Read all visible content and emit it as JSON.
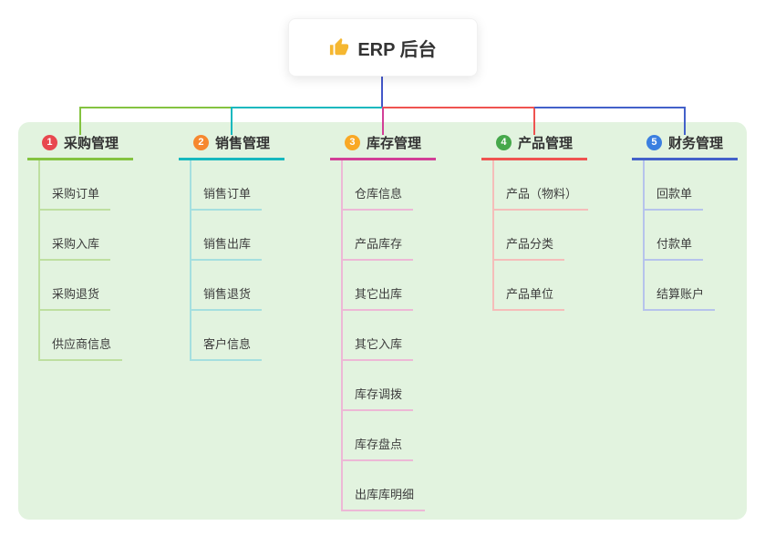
{
  "page": {
    "background": "#ffffff",
    "panel_bg": "#e2f3df"
  },
  "mindmap": {
    "root": {
      "label": "ERP 后台",
      "icon": "thumbs-up-icon",
      "icon_color": "#f5b731",
      "connector_color": "#4357c9"
    },
    "branches": [
      {
        "num": "1",
        "label": "采购管理",
        "color": "#84c340",
        "light_color": "#bedfa0",
        "badge_color": "#e8484f",
        "children": [
          "采购订单",
          "采购入库",
          "采购退货",
          "供应商信息"
        ]
      },
      {
        "num": "2",
        "label": "销售管理",
        "color": "#16b8be",
        "light_color": "#a5dfdf",
        "badge_color": "#f6882f",
        "children": [
          "销售订单",
          "销售出库",
          "销售退货",
          "客户信息"
        ]
      },
      {
        "num": "3",
        "label": "库存管理",
        "color": "#d23f97",
        "light_color": "#edb8d6",
        "badge_color": "#f9a825",
        "children": [
          "仓库信息",
          "产品库存",
          "其它出库",
          "其它入库",
          "库存调拨",
          "库存盘点",
          "出库库明细"
        ]
      },
      {
        "num": "4",
        "label": "产品管理",
        "color": "#ef5350",
        "light_color": "#f5bdba",
        "badge_color": "#46a84b",
        "children": [
          "产品（物料）",
          "产品分类",
          "产品单位"
        ]
      },
      {
        "num": "5",
        "label": "财务管理",
        "color": "#4361c9",
        "light_color": "#b6c3ec",
        "badge_color": "#3b7fe0",
        "children": [
          "回款单",
          "付款单",
          "结算账户"
        ]
      }
    ]
  }
}
